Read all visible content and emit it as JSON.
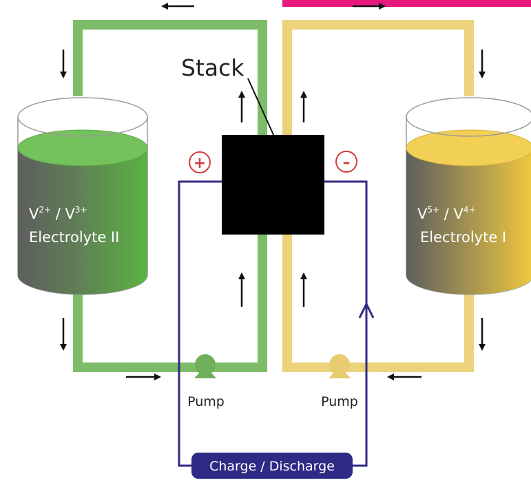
{
  "diagram": {
    "stack_label": "Stack",
    "left_tank": {
      "ion_line_parts": [
        "V",
        "2+",
        " / V",
        "3+"
      ],
      "name": "Electrolyte II"
    },
    "right_tank": {
      "ion_line_parts": [
        "V",
        "5+",
        " / V",
        "4+"
      ],
      "name": "Electrolyte I"
    },
    "positive_sign": "+",
    "negative_sign": "–",
    "left_pump_label": "Pump",
    "right_pump_label": "Pump",
    "circuit_label": "Charge / Discharge"
  },
  "colors": {
    "green_pipe": "#7dbd6a",
    "yellow_pipe": "#ecd27a",
    "circuit": "#2f2a86",
    "stack": "#000000",
    "accent_bar": "#e8197c",
    "sign": "#d43c3c"
  }
}
